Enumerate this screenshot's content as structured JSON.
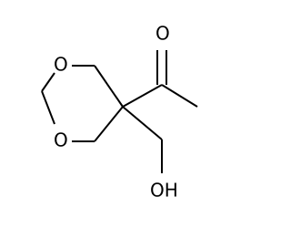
{
  "molecule": {
    "atoms": {
      "ring_o_top": "O",
      "ring_o_bottom": "O",
      "carbonyl_o": "O",
      "hydroxyl": "OH"
    },
    "colors": {
      "bond": "#000000",
      "label": "#000000",
      "background": "#ffffff"
    }
  }
}
